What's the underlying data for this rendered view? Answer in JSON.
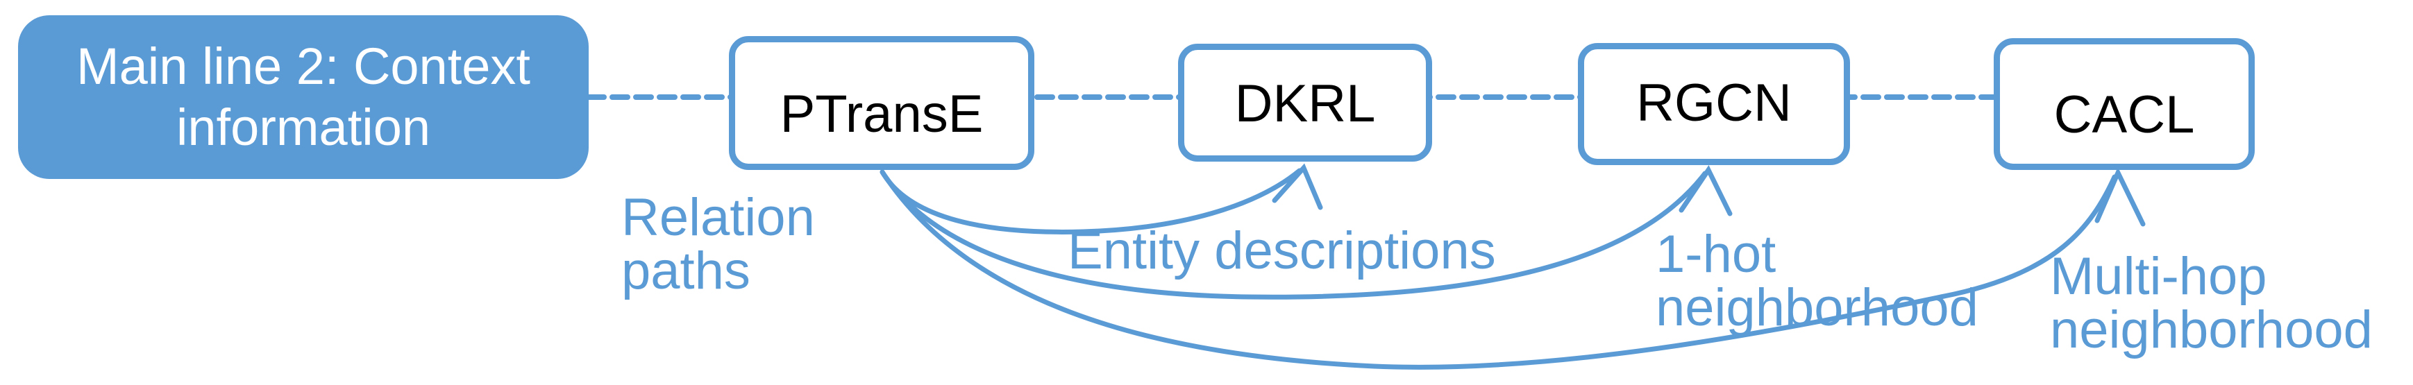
{
  "colors": {
    "accent": "#5B9BD5",
    "white": "#ffffff",
    "node_text": "#000000"
  },
  "main_box": {
    "label": "Main line 2: Context\ninformation"
  },
  "timeline": {
    "style": "dashed"
  },
  "nodes": [
    {
      "id": "ptranse",
      "label": "PTransE"
    },
    {
      "id": "dkrl",
      "label": "DKRL"
    },
    {
      "id": "rgcn",
      "label": "RGCN"
    },
    {
      "id": "cacl",
      "label": "CACL"
    }
  ],
  "edges": [
    {
      "from": "PTransE",
      "to": "PTransE",
      "label": "Relation\npaths"
    },
    {
      "from": "PTransE",
      "to": "DKRL",
      "label": "Entity descriptions"
    },
    {
      "from": "PTransE",
      "to": "RGCN",
      "label": "1-hot\nneighborhood"
    },
    {
      "from": "PTransE",
      "to": "CACL",
      "label": "Multi-hop\nneighborhood"
    }
  ]
}
